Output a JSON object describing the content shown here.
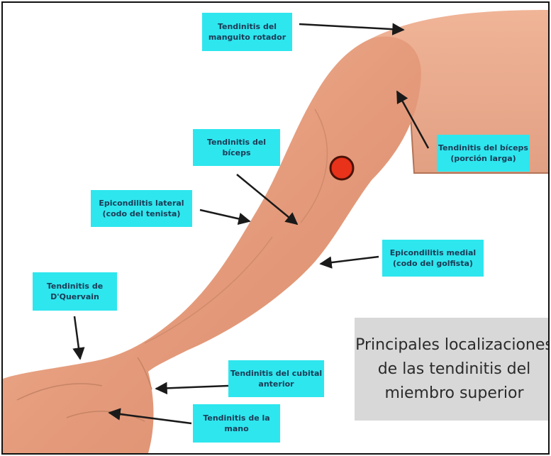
{
  "title": {
    "line1": "Principales localizaciones",
    "line2": "de las tendinitis del",
    "line3": "miembro superior"
  },
  "labels": {
    "manguito": {
      "line1": "Tendinitis del",
      "line2": "manguito rotador"
    },
    "biceps_larga": {
      "line1": "Tendinitis del bíceps",
      "line2": "(porción larga)"
    },
    "biceps": {
      "line1": "Tendinitis  del",
      "line2": "bíceps"
    },
    "epicondilitis_lateral": {
      "line1": "Epicondilitis lateral",
      "line2": "(codo del tenista)"
    },
    "epicondilitis_medial": {
      "line1": "Epicondilitis medial",
      "line2": "(codo del golfista)"
    },
    "quervain": {
      "line1": "Tendinitis de",
      "line2": "D'Quervain"
    },
    "cubital": {
      "line1": "Tendinitis del cubital",
      "line2": "anterior"
    },
    "mano": {
      "line1": "Tendinitis  de la",
      "line2": "mano"
    }
  },
  "colors": {
    "label_fill": "#2ee6ee",
    "title_fill": "#d8d8d8",
    "skin": "#e8a284",
    "marker": "#e8321a"
  }
}
